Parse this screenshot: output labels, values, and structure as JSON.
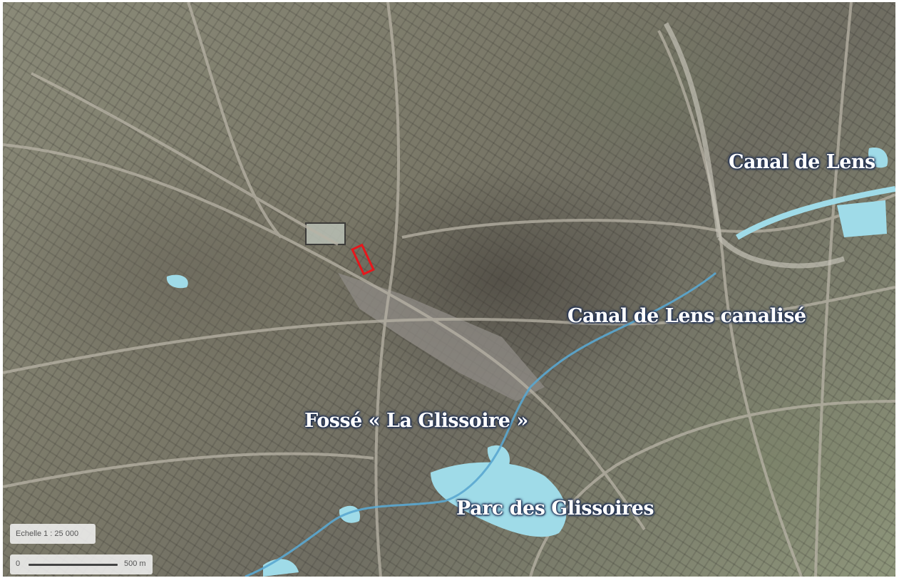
{
  "labels": {
    "canal_de_lens": "Canal de Lens",
    "canal_de_lens_canalise": "Canal de Lens canalisé",
    "fosse_la_glissoire": "Fossé « La Glissoire »",
    "parc_des_glissoires": "Parc des Glissoires"
  },
  "scale": {
    "ratio_text": "Echelle 1 : 25 000",
    "bar_start": "0",
    "bar_end": "500 m"
  },
  "colors": {
    "water": "#9fdbe8",
    "label_outline": "#1e2f54",
    "highlight_rect": "#e8161b"
  }
}
